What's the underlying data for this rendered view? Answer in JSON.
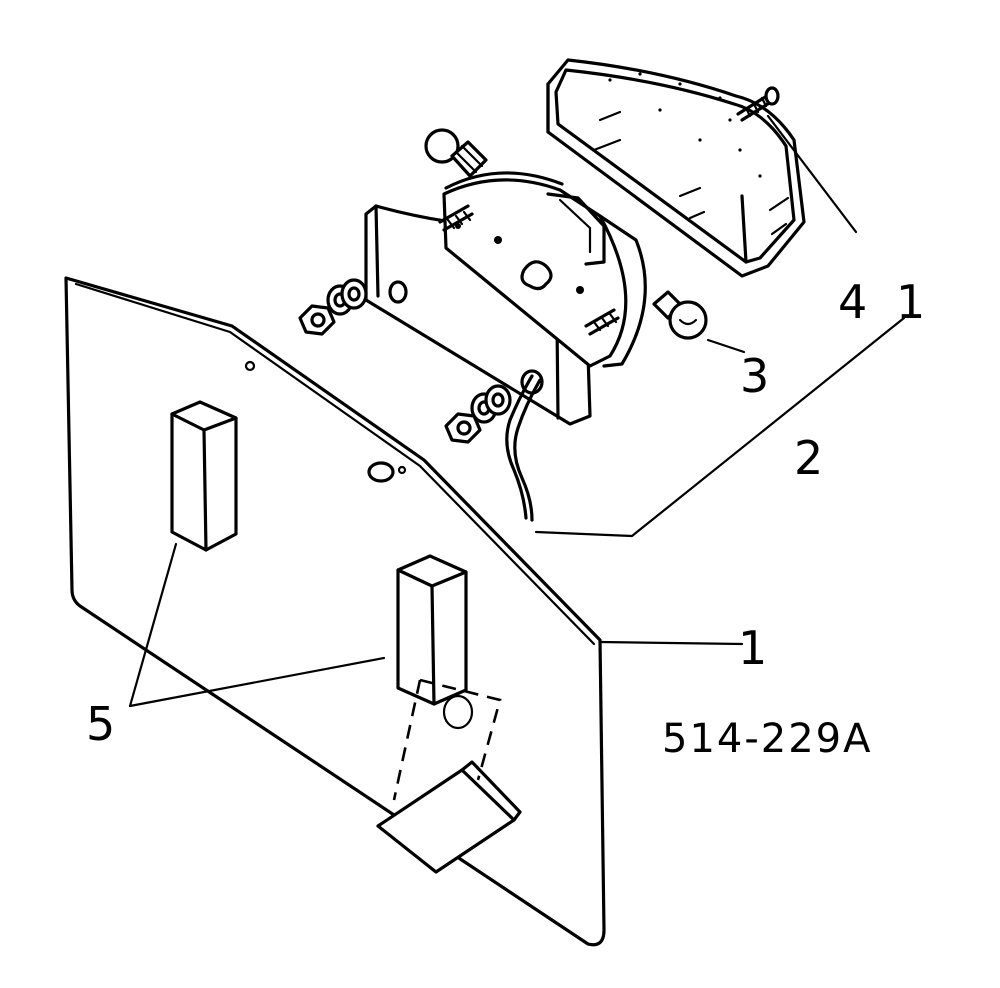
{
  "diagram": {
    "drawing_number": "514-229A",
    "callouts": {
      "plate": "1",
      "lamp_assembly": "2",
      "bulb": "3",
      "screw": "4",
      "screw_assembly_mark": "1",
      "spacer_blocks": "5"
    }
  },
  "colors": {
    "ink": "#000000",
    "paper": "#ffffff"
  }
}
